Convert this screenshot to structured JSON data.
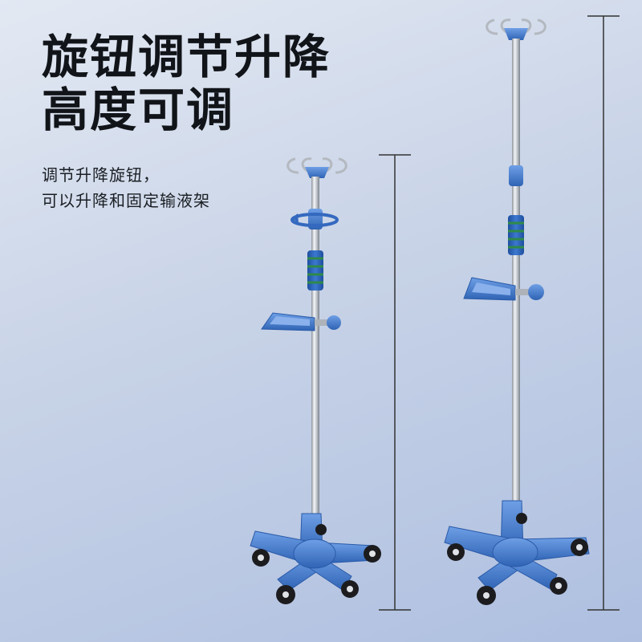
{
  "headline": {
    "line1": "旋钮调节升降",
    "line2": "高度可调"
  },
  "description": {
    "line1": "调节升降旋钮，",
    "line2": "可以升降和固定输液架"
  },
  "colors": {
    "background_light": "#e3e9f3",
    "background_dark": "#aebfe0",
    "plastic_blue": "#4f86d9",
    "plastic_blue_dark": "#2f63b4",
    "grip_green": "#2f8a4a",
    "pole_steel": "#c9ced6",
    "wheel_black": "#1c1c1f",
    "measure_line": "#333333"
  },
  "icons": {
    "rotate_indicator": "rotate-arrow-icon"
  }
}
